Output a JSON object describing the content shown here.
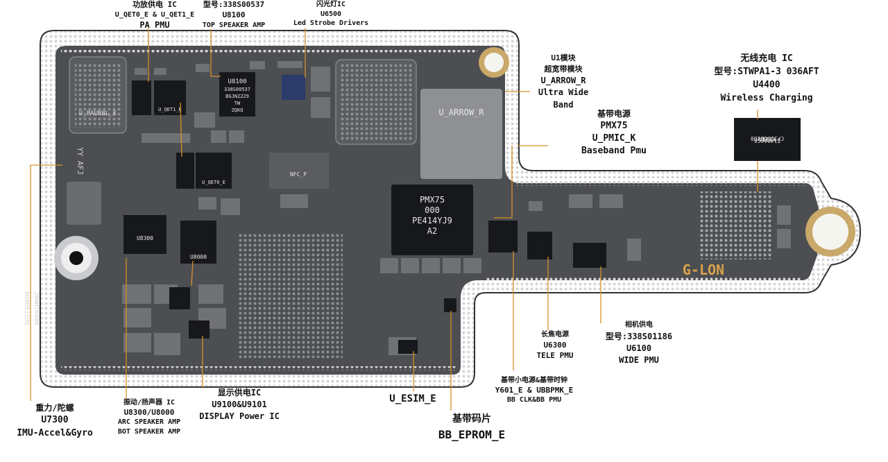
{
  "labels": {
    "pa_pmu": {
      "cn": "功放供电 IC",
      "codes": "U_QET0_E & U_QET1_E",
      "name": "PA PMU"
    },
    "top_speaker": {
      "model": "型号:338S00537",
      "ref": "U8100",
      "name": "TOP SPEAKER AMP"
    },
    "strobe": {
      "cn": "闪光灯IC",
      "ref": "U6500",
      "name": "Led Strobe Drivers"
    },
    "uwb": {
      "cn1": "U1模块",
      "cn2": "超宽带模块",
      "ref": "U_ARROW_R",
      "name1": "Ultra Wide",
      "name2": "Band"
    },
    "baseband_pmu": {
      "cn": "基带电源",
      "model": "PMX75",
      "ref": "U_PMIC_K",
      "name": "Baseband Pmu"
    },
    "wireless": {
      "cn": "无线充电 IC",
      "model": "型号:STWPA1-3 036AFT",
      "ref": "U4400",
      "name": "Wireless Charging"
    },
    "imu": {
      "cn": "重力/陀螺",
      "ref": "U7300",
      "name": "IMU-Accel&Gyro"
    },
    "speaker_amp": {
      "cn": "振动/扬声器 IC",
      "ref": "U8300/U8000",
      "name1": "ARC SPEAKER AMP",
      "name2": "BOT SPEAKER AMP"
    },
    "display": {
      "cn": "显示供电IC",
      "ref": "U9100&U9101",
      "name": "DISPLAY Power IC"
    },
    "esim": {
      "ref": "U_ESIM_E"
    },
    "eprom": {
      "cn": "基带码片",
      "ref": "BB_EPROM_E"
    },
    "bb_clk": {
      "cn": "基带小电源&基带时钟",
      "ref": "Y601_E & UBBPMK_E",
      "name": "BB CLK&BB PMU"
    },
    "tele": {
      "cn": "长焦电源",
      "ref": "U6300",
      "name": "TELE PMU"
    },
    "wide": {
      "cn": "相机供电",
      "model": "型号:338S01186",
      "ref": "U6100",
      "name": "WIDE PMU"
    }
  },
  "chips": {
    "arrow": "U_ARROW_R",
    "paurbl": "U_PAURBL_E",
    "pmx_line1": "PMX75",
    "pmx_line2": "000",
    "pmx_line3": "PE414YJ9",
    "pmx_line4": "A2",
    "u8100_l1": "U8100",
    "u8100_l2": "338S00537",
    "u8100_l3": "BGJN2229",
    "u8100_l4": "TW",
    "u8100_l5": "ZQKQ",
    "u8000": "U8000",
    "u8300": "U8300",
    "qet1": "U_QET1_E",
    "qet0": "U_QET0_E",
    "wireless_l1": "T148A6G6",
    "wireless_l2": "CP3200B160",
    "wireless_l3": "K111A",
    "board_serial": "JBNHTK000",
    "board_code": "6U0001SUU",
    "brand": "G-LON",
    "nfc": "NFC_P",
    "yy": "YY AFJ"
  },
  "colors": {
    "board": "#4c4e52",
    "board_dark": "#3a3c40",
    "trace": "#d8902a",
    "via": "#cfcfcf",
    "chip": "#17181b",
    "brand": "#d9a24a"
  }
}
